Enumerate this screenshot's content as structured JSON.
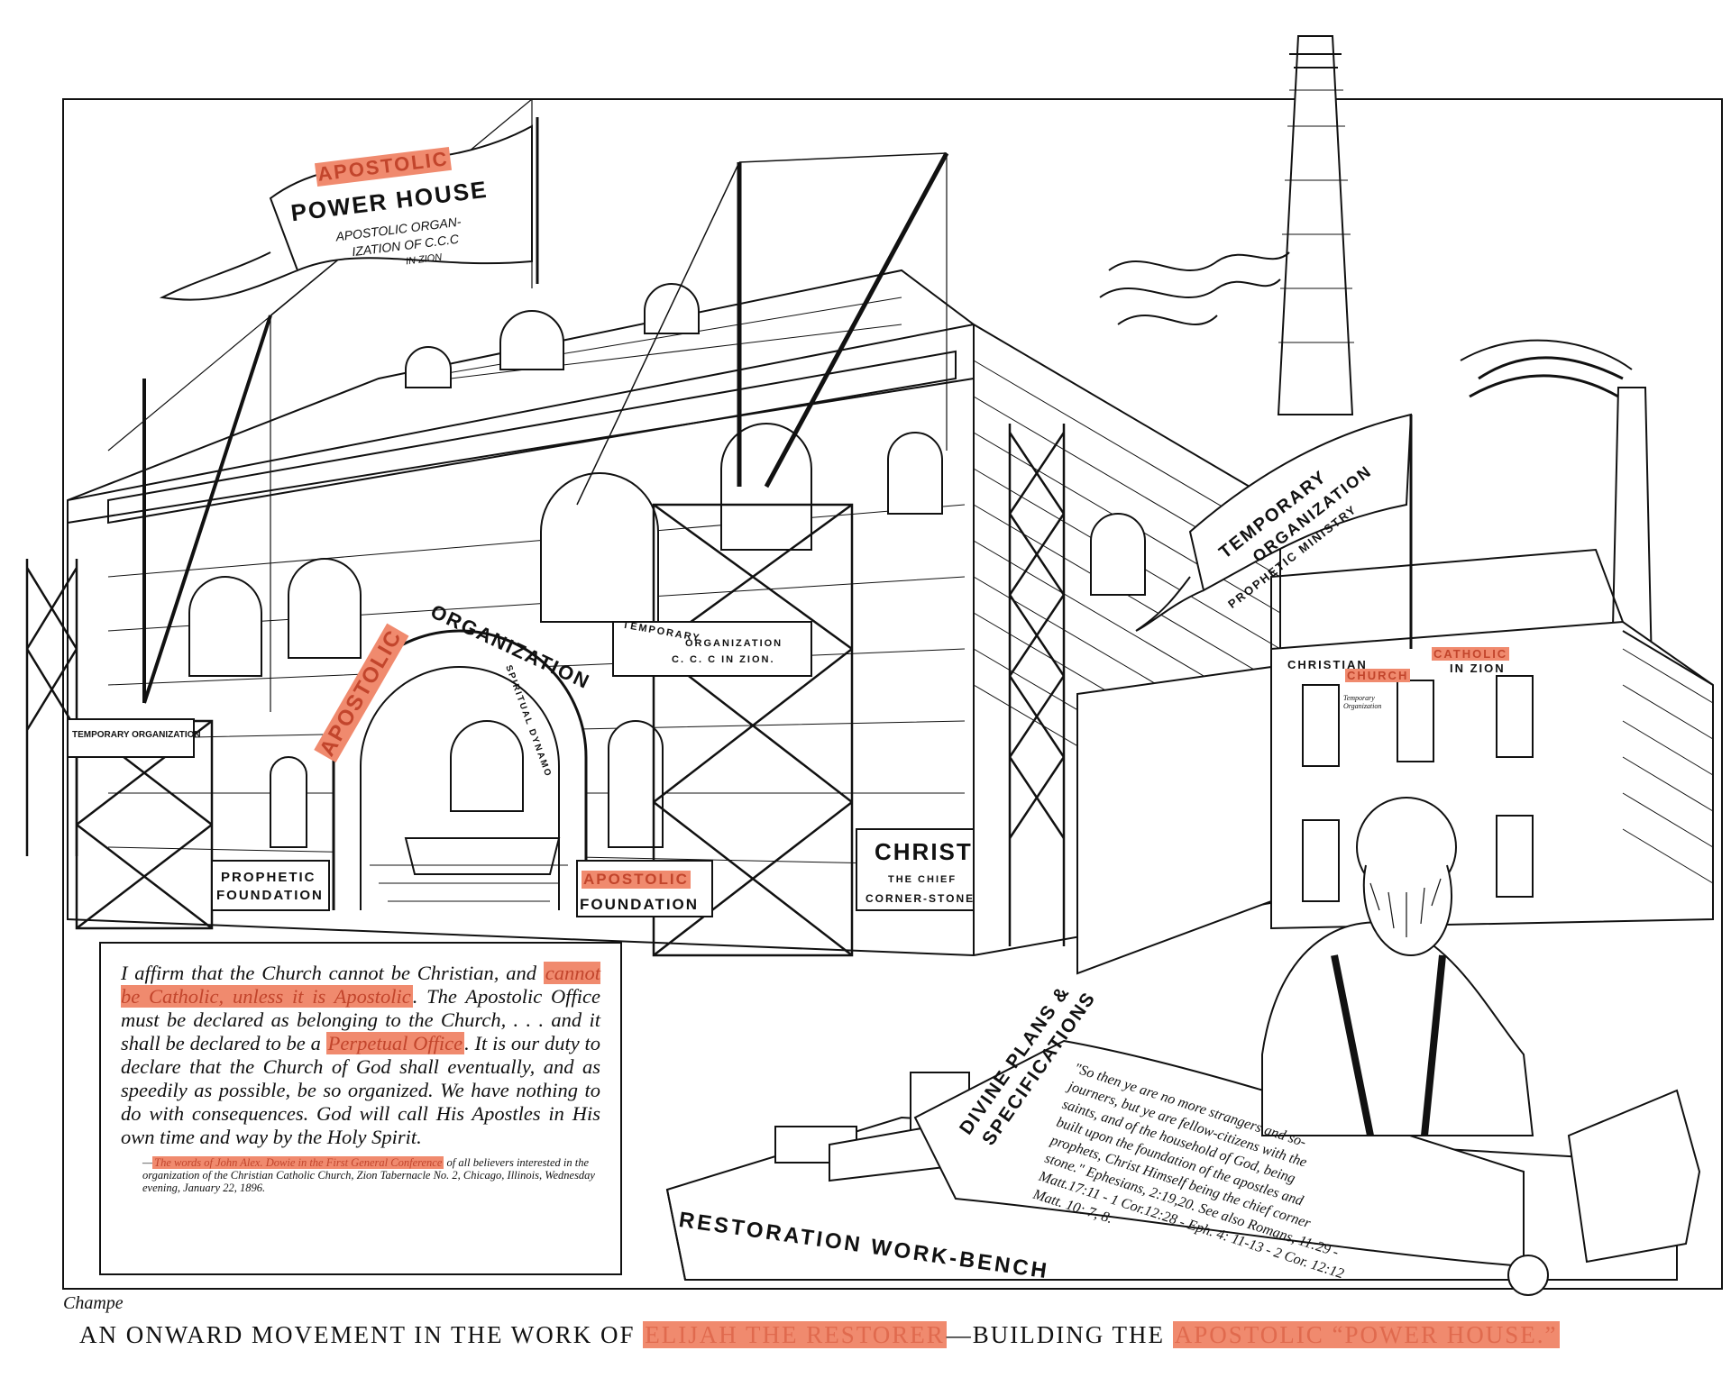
{
  "flag_power_house": {
    "line1": "APOSTOLIC",
    "line2": "POWER HOUSE",
    "line3": "APOSTOLIC ORGAN-",
    "line4": "IZATION OF C.C.C",
    "line5": "IN ZION"
  },
  "flag_temporary": {
    "line1": "TEMPORARY",
    "line2": "ORGANIZATION",
    "line3": "PROPHETIC MINISTRY"
  },
  "arch": {
    "apostolic": "APOSTOLIC",
    "organization": "ORGANIZATION",
    "spiritual": "SPIRITUAL DYNAMO"
  },
  "signs": {
    "temporary_left": "TEMPORARY ORGANIZATION",
    "temporary_center_1": "TEMPORARY",
    "temporary_center_2": "ORGANIZATION",
    "temporary_center_3": "C. C. C  IN ZION.",
    "prophetic_1": "PROPHETIC",
    "prophetic_2": "FOUNDATION",
    "apostolic_1": "APOSTOLIC",
    "apostolic_2": "FOUNDATION",
    "christ_1": "CHRIST",
    "christ_2": "THE CHIEF",
    "christ_3": "CORNER-STONE"
  },
  "church_building": {
    "w1": "CHRISTIAN",
    "w2": "CATHOLIC",
    "w3": "CHURCH",
    "w4": "IN ZION",
    "small": "Temporary Organization"
  },
  "scroll": {
    "title_1": "DIVINE PLANS &",
    "title_2": "SPECIFICATIONS",
    "line1": "\"So then ye are no more strangers and so-",
    "line2": "journers, but ye are fellow-citizens with the",
    "line3": "saints, and of the household of God, being",
    "line4": "built upon the foundation of the apostles and",
    "line5": "prophets, Christ Himself being the chief corner",
    "line6": "stone.\" Ephesians, 2:19,20. See also Romans, 11:29 -",
    "line7": "Matt.17:11 - 1 Cor.12:28 - Eph. 4: 11-13 - 2 Cor. 12:12",
    "line8": "Matt. 10: 7, 8."
  },
  "bench": {
    "label": "RESTORATION WORK-BENCH"
  },
  "quote": {
    "p1": "I affirm that the Church cannot be Christian, and ",
    "hl1": "cannot be Catholic, unless it is Apostolic",
    "p2": ". The Apostolic Office must be declared as belonging to the Church, . . . and it shall be declared to be a ",
    "hl2": "Perpetual Office",
    "p3": ". It is our duty to declare that the Church of God shall eventually, and as speedily as possible, be so organized. We have nothing to do with consequences. God will call His Apostles in His own time and way by the Holy Spirit.",
    "cite_hl": "The words of John Alex. Dowie in the First General Conference",
    "cite_rest": "of all believers interested in the organization of the Christian Catholic Church, Zion Tabernacle No. 2, Chicago, Illinois, Wednesday evening, January 22, 1896.",
    "cite_dash": "—"
  },
  "signature": "Champe",
  "caption": {
    "part1": "AN ONWARD MOVEMENT IN THE WORK OF ",
    "hl1": "ELIJAH THE RESTORER",
    "part2": "—BUILDING THE ",
    "hl2": "APOSTOLIC “POWER HOUSE.”"
  },
  "colors": {
    "highlight": "#f08a6e",
    "ink": "#111111",
    "paper": "#ffffff"
  }
}
